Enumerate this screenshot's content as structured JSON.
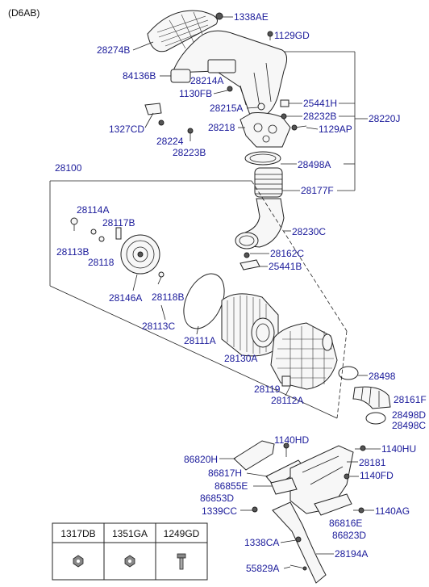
{
  "model_code": "(D6AB)",
  "parts": {
    "p_28100": "28100",
    "p_1338AE": "1338AE",
    "p_1129GD": "1129GD",
    "p_28274B": "28274B",
    "p_84136B": "84136B",
    "p_28214A": "28214A",
    "p_1130FB": "1130FB",
    "p_25441H": "25441H",
    "p_28215A": "28215A",
    "p_28232B": "28232B",
    "p_28220J": "28220J",
    "p_1327CD": "1327CD",
    "p_28218": "28218",
    "p_1129AP": "1129AP",
    "p_28224": "28224",
    "p_28223B": "28223B",
    "p_28498A": "28498A",
    "p_28177F": "28177F",
    "p_28114A": "28114A",
    "p_28117B": "28117B",
    "p_28230C": "28230C",
    "p_28113B": "28113B",
    "p_28118": "28118",
    "p_28162C": "28162C",
    "p_25441B": "25441B",
    "p_28146A": "28146A",
    "p_28118B": "28118B",
    "p_28113C": "28113C",
    "p_28111A": "28111A",
    "p_28130A": "28130A",
    "p_28498": "28498",
    "p_28119": "28119",
    "p_28161F": "28161F",
    "p_28112A": "28112A",
    "p_28498D": "28498D",
    "p_28498C": "28498C",
    "p_1140HD": "1140HD",
    "p_86820H": "86820H",
    "p_1140HU": "1140HU",
    "p_28181": "28181",
    "p_86817H": "86817H",
    "p_1140FD": "1140FD",
    "p_86855E": "86855E",
    "p_86853D": "86853D",
    "p_1339CC": "1339CC",
    "p_1140AG": "1140AG",
    "p_86816E": "86816E",
    "p_86823D": "86823D",
    "p_1338CA": "1338CA",
    "p_28194A": "28194A",
    "p_55829A": "55829A"
  },
  "fastener_table": {
    "headers": [
      "1317DB",
      "1351GA",
      "1249GD"
    ]
  }
}
